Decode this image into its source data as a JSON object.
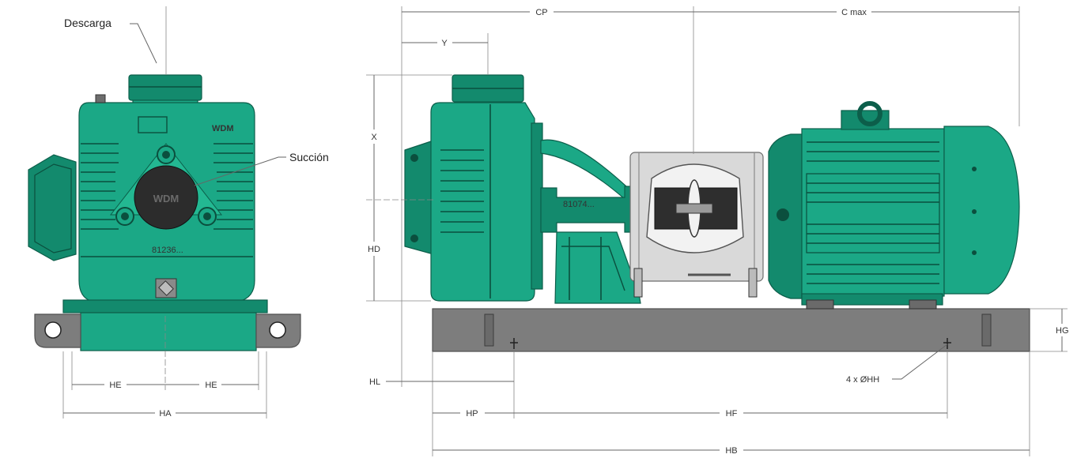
{
  "labels": {
    "discharge": "Descarga",
    "suction": "Succión",
    "brand_front": "WDM",
    "brand_inlet": "WDM",
    "serial_front": "81236...",
    "serial_side": "81074..."
  },
  "dimensions": {
    "HE_left": "HE",
    "HE_right": "HE",
    "HA": "HA",
    "CP": "CP",
    "C_max": "C max",
    "Y": "Y",
    "X": "X",
    "HD": "HD",
    "HG": "HG",
    "HL": "HL",
    "HP": "HP",
    "HF": "HF",
    "HB": "HB",
    "holes": "4 x ØHH"
  },
  "colors": {
    "pump_green": "#1ba886",
    "pump_green_dark": "#138a6d",
    "baseplate_grey": "#7d7d7d",
    "coupling_guard": "#d9d9d9"
  }
}
